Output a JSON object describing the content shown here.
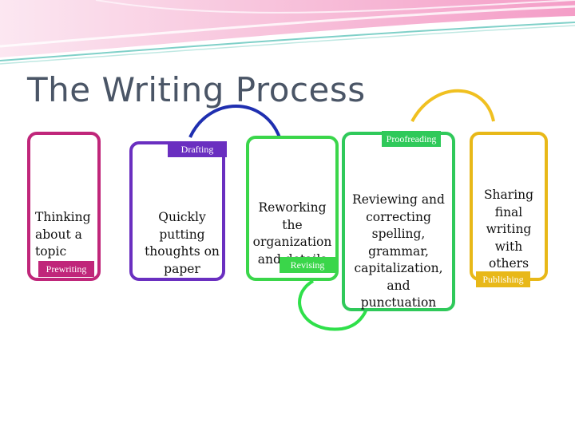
{
  "title": "The Writing Process",
  "stages": [
    {
      "label": "Prewriting",
      "description": "Thinking about a topic",
      "color": "#c0267a"
    },
    {
      "label": "Drafting",
      "description": "Quickly putting thoughts on paper",
      "color": "#6a2fc0"
    },
    {
      "label": "Revising",
      "description": "Reworking the organization and details",
      "color": "#3ad64a"
    },
    {
      "label": "Proofreading",
      "description": "Reviewing and correcting spelling, grammar, capitalization, and punctuation",
      "color": "#2fc95a"
    },
    {
      "label": "Publishing",
      "description": "Sharing final writing with others",
      "color": "#e8b818"
    }
  ],
  "colors": {
    "title": "#4a5566",
    "arrow_blue": "#1f2fb0",
    "arrow_green": "#2fe04a",
    "arrow_yellow": "#f0c020",
    "banner_pink": "#f07ab0",
    "banner_teal": "#7fd0c8"
  }
}
